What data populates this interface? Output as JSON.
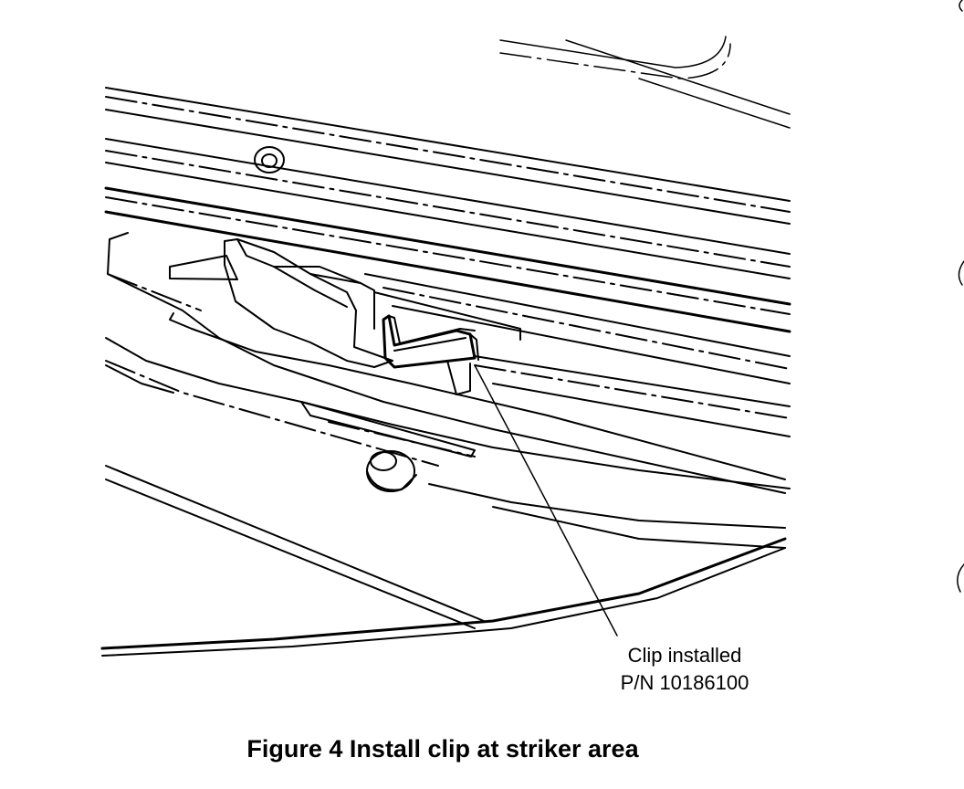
{
  "callout": {
    "line1": "Clip installed",
    "line2": "P/N 10186100"
  },
  "caption": "Figure 4 Install clip at striker area"
}
